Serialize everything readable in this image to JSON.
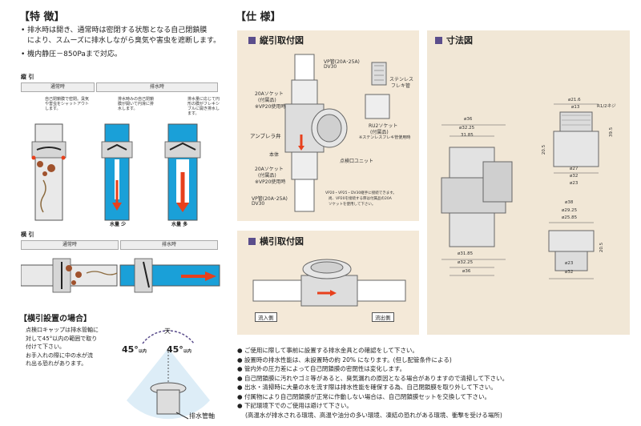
{
  "features": {
    "title": "【特 徴】",
    "bullets": [
      "排水時は開き、通常時は密閉する状態となる自己閉鎖膜",
      "により、スムーズに排水しながら臭気や害虫を遮断します。",
      "機内静圧－850Paまで対応。"
    ],
    "vertical": {
      "label": "縦 引",
      "normal_header": "通常時",
      "drain_header": "排水時",
      "normal_desc": "自己閉鎖膜で密閉。臭気や害虫をシャットアウトします。",
      "drain_desc_a": "排水時みの自己閉鎖膜が開いて円滑に排水します。",
      "drain_desc_b": "排水量に応じて円形の膜がフレキシブルに開き排水します。",
      "flow_small": "水量 少",
      "flow_large": "水量 多"
    },
    "horizontal": {
      "label": "横 引",
      "normal_header": "通常時",
      "drain_header": "排水時"
    }
  },
  "horizontal_install": {
    "title": "【横引設置の場合】",
    "desc": [
      "点検口キャップは排水管軸に",
      "対して45°以内の範囲で取り",
      "付けて下さい。",
      "お手入れの際に中の水が流",
      "れ出る恐れがあります。"
    ],
    "sky": "天",
    "angle_left": "45°",
    "angle_left_sub": "以内",
    "angle_right": "45°",
    "angle_right_sub": "以内",
    "pipe_axis": "排水管軸"
  },
  "spec": {
    "title": "【仕 様】",
    "vertical_panel": {
      "title": "縦引取付図",
      "vp_top": "VP管(20A･25A)",
      "dv_top": "DV30",
      "socket_top": "20Aソケット",
      "socket_top_sub": "(付属品)",
      "socket_top_note": "※VP20使用時",
      "umbrella": "アンブレラ弁",
      "body": "本体",
      "socket_bottom": "20Aソケット",
      "socket_bottom_sub": "(付属品)",
      "socket_bottom_note": "※VP20使用時",
      "vp_bottom": "VP管(20A･25A)",
      "dv_bottom": "DV30",
      "stainless": "ステンレス",
      "flexible": "フレキ管",
      "ru_socket": "RU2ソケット",
      "ru_socket_sub": "(付属品)",
      "ru_socket_note": "※ステンレスフレキ管使用時",
      "inspection": "点検口ユニット",
      "note_1": "VP20・VP25・DV30継手に接続できます。",
      "note_2": "尚、VP20を接続する際は付属品の20A",
      "note_3": "ソケットを使用して下さい。"
    },
    "horizontal_panel": {
      "title": "横引取付図",
      "inflow": "流入側",
      "outflow": "流出側"
    },
    "dimension_panel": {
      "title": "寸法図",
      "top": {
        "d36": "ø36",
        "d32_25": "ø32.25",
        "d31_85": "31.85",
        "d21_6": "ø21.6",
        "d13": "ø13",
        "r1_2": "R1/2ネジ",
        "d27": "ø27",
        "d32": "ø32",
        "d23": "ø23",
        "h39_5": "39.5",
        "h20_5": "20.5"
      },
      "bottom": {
        "d31_85": "ø31.85",
        "d32_25": "ø32.25",
        "d36": "ø36",
        "d38": "ø38",
        "d29_25": "ø29.25",
        "d25_85": "ø25.85",
        "d23": "ø23",
        "d32": "ø32",
        "h20_5": "20.5"
      }
    }
  },
  "notes": [
    "ご使用に際して事前に設置する排水金具との確認をして下さい。",
    "設置時の排水性能は、未設置時の約 20% になります。(但し配管条件による)",
    "管内外の圧力差によって自己閉鎖膜の密閉性は変化します。",
    "自己閉鎖膜に汚れやゴミ等があると、臭気漏れの原因となる場合がありますので清掃して下さい。",
    "出水・清掃時に大量の水を流す際は排水性能を確保する為、自己閉鎖膜を取り外して下さい。",
    "付属物により自己閉鎖膜が正常に作動しない場合は、自己閉鎖膜セットを交換して下さい。",
    "下記環境下でのご使用は避けて下さい。",
    "(高温水が排水される環境、高温や油分の多い環境、凍結の恐れがある環境、衝撃を受ける場所)"
  ],
  "colors": {
    "accent_purple": "#5b4e8c",
    "water_blue": "#1aa0d8",
    "arrow_red": "#e8401c",
    "panel_beige": "#f4e9d8",
    "dim_panel": "#f1e7d6"
  }
}
